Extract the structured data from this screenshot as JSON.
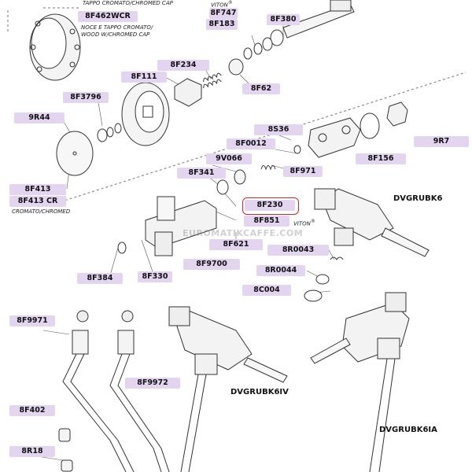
{
  "colors": {
    "label_bg": "#e3d4f0",
    "highlight": "#cc2a2a",
    "line": "#333333"
  },
  "labels": {
    "p8F462WCR": "8F462WCR",
    "p8F747": "8F747",
    "p8F183": "8F183",
    "p8F380": "8F380",
    "p8F234": "8F234",
    "p8F111": "8F111",
    "p8F62": "8F62",
    "p8F3796": "8F3796",
    "p9R44": "9R44",
    "p8S36": "8S36",
    "p8F0012": "8F0012",
    "p9R7": "9R7",
    "p8F156": "8F156",
    "p9V066": "9V066",
    "p8F971": "8F971",
    "p8F341": "8F341",
    "p8F230": "8F230",
    "p8F413": "8F413",
    "p8F413CR": "8F413 CR",
    "p8F851": "8F851",
    "p8F621": "8F621",
    "p8R0043": "8R0043",
    "p8R0044": "8R0044",
    "p8C004": "8C004",
    "p8F384": "8F384",
    "p8F330": "8F330",
    "p8F9700": "8F9700",
    "p8F9971": "8F9971",
    "p8F9972": "8F9972",
    "p8F402": "8F402",
    "p8R18": "8R18"
  },
  "names": {
    "DVGRUBK6": "DVGRUBK6",
    "DVGRUBK6IV": "DVGRUBK6IV",
    "DVGRUBK6IA": "DVGRUBK6IA"
  },
  "notes": {
    "top_cap": "TAPPO CROMATO/CHROMED CAP",
    "wood_it": "NOCE E TAPPO CROMATO/",
    "wood_en": "WOOD W/CHROMED CAP",
    "viton1": "VITON",
    "viton2": "VITON",
    "cromato": "CROMATO/CHROMED",
    "reg": "®"
  },
  "watermark": "EUROMATIKCAFFE.COM"
}
